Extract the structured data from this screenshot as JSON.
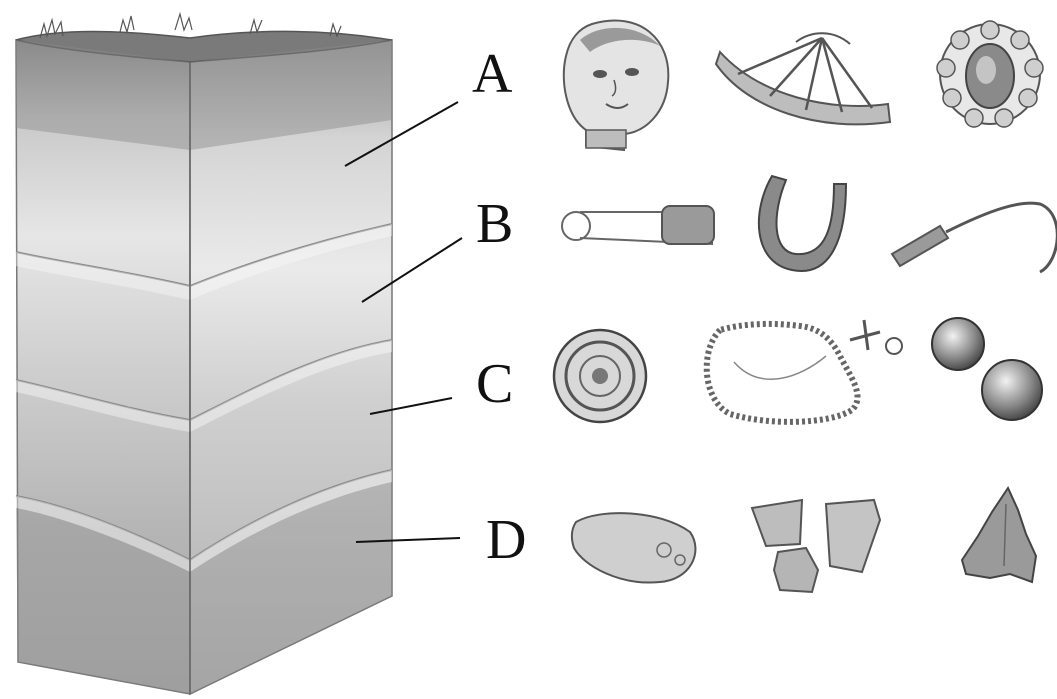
{
  "layers": [
    {
      "label": "A",
      "artifacts": [
        "doll-head-icon",
        "wheel-fragment-icon",
        "ornate-brooch-icon"
      ]
    },
    {
      "label": "B",
      "artifacts": [
        "safety-pin-icon",
        "horseshoe-icon",
        "hook-tool-icon"
      ]
    },
    {
      "label": "C",
      "artifacts": [
        "round-disc-icon",
        "bead-necklace-icon",
        "round-beads-icon"
      ]
    },
    {
      "label": "D",
      "artifacts": [
        "stone-tool-icon",
        "stone-flakes-icon",
        "arrowhead-icon"
      ]
    }
  ],
  "colors": {
    "pencil_dark": "#5a5a5a",
    "pencil_mid": "#9a9a9a",
    "pencil_light": "#d6d6d6",
    "paper": "#ffffff"
  }
}
